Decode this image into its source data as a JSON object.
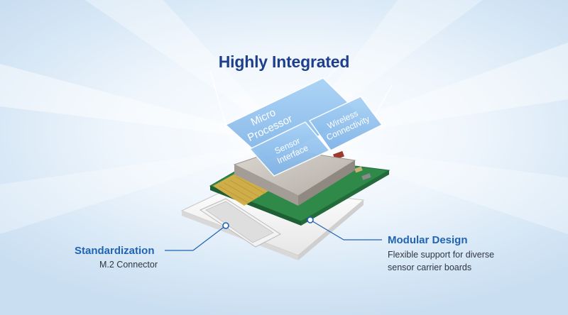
{
  "title": "Highly Integrated",
  "blocks": {
    "micro_processor": [
      "Micro",
      "Processor"
    ],
    "sensor_interface": [
      "Sensor",
      "Interface"
    ],
    "wireless_connectivity": [
      "Wireless",
      "Connectivity"
    ]
  },
  "callouts": {
    "standardization": {
      "heading": "Standardization",
      "text": "M.2 Connector"
    },
    "modular_design": {
      "heading": "Modular Design",
      "lines": [
        "Flexible support for diverse",
        "sensor carrier boards"
      ]
    }
  },
  "colors": {
    "title": "#1d3f8c",
    "heading": "#1f63b4",
    "block": "#8fc0ee",
    "pcb": "#2f8a4a",
    "shield": "#c9c4bd",
    "gold": "#d8b04a"
  }
}
